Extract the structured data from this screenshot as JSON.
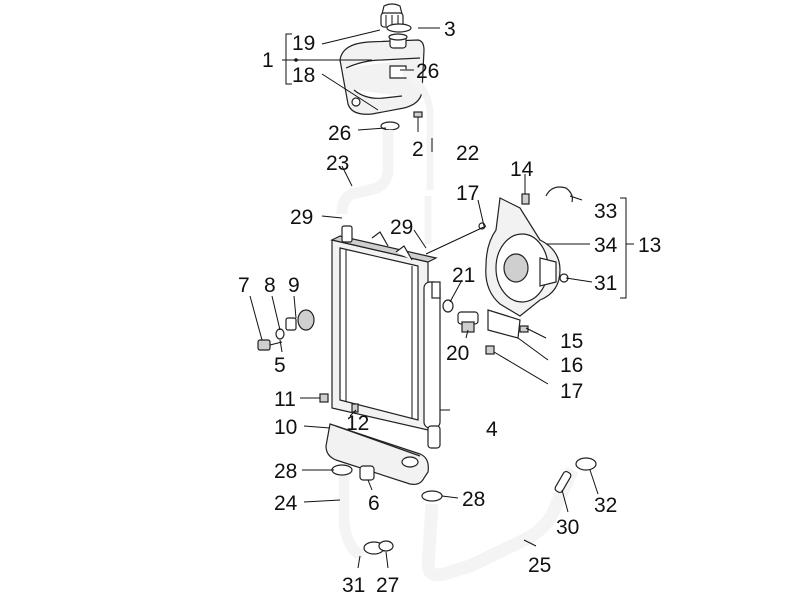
{
  "callouts": {
    "c1": "1",
    "c2": "2",
    "c3": "3",
    "c4": "4",
    "c5": "5",
    "c6": "6",
    "c7": "7",
    "c8": "8",
    "c9": "9",
    "c10": "10",
    "c11": "11",
    "c12": "12",
    "c13": "13",
    "c14": "14",
    "c15": "15",
    "c16": "16",
    "c17a": "17",
    "c17b": "17",
    "c18": "18",
    "c19": "19",
    "c20": "20",
    "c21": "21",
    "c22": "22",
    "c23": "23",
    "c24": "24",
    "c25": "25",
    "c26a": "26",
    "c26b": "26",
    "c27": "27",
    "c28a": "28",
    "c28b": "28",
    "c29a": "29",
    "c29b": "29",
    "c30": "30",
    "c31a": "31",
    "c31b": "31",
    "c32": "32",
    "c33": "33",
    "c34": "34"
  }
}
